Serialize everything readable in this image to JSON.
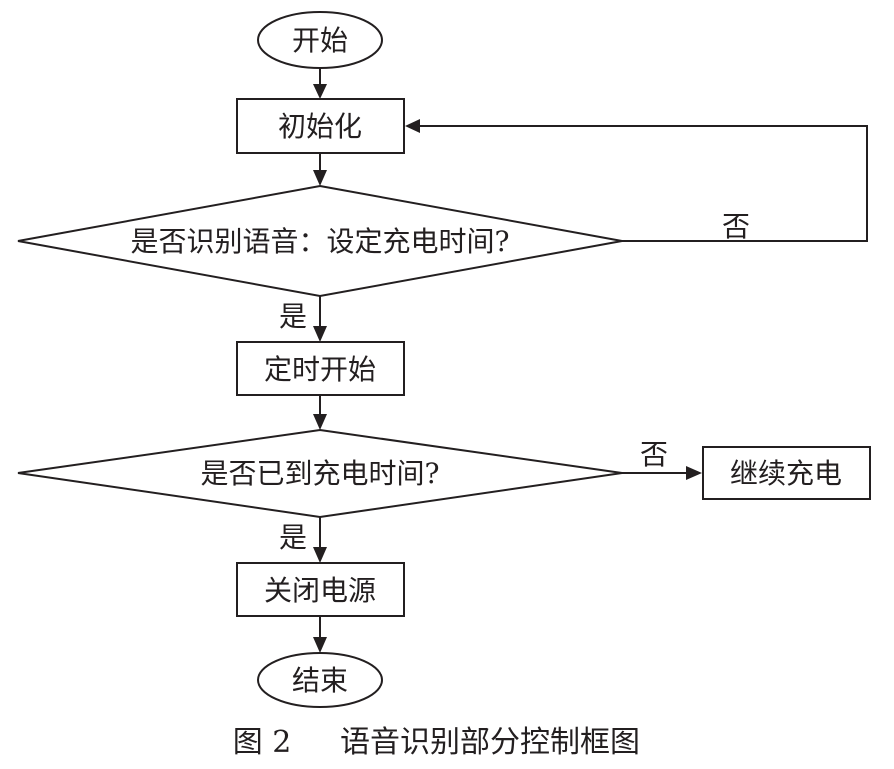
{
  "nodes": {
    "start": "开始",
    "init": "初始化",
    "decision1": "是否识别语音：设定充电时间?",
    "timer_start": "定时开始",
    "decision2": "是否已到充电时间?",
    "continue_charge": "继续充电",
    "power_off": "关闭电源",
    "end": "结束"
  },
  "edge_labels": {
    "d1_no": "否",
    "d1_yes": "是",
    "d2_no": "否",
    "d2_yes": "是"
  },
  "caption": {
    "figure_number": "图 2",
    "title": "语音识别部分控制框图"
  },
  "colors": {
    "line": "#231f20",
    "background": "#ffffff"
  }
}
